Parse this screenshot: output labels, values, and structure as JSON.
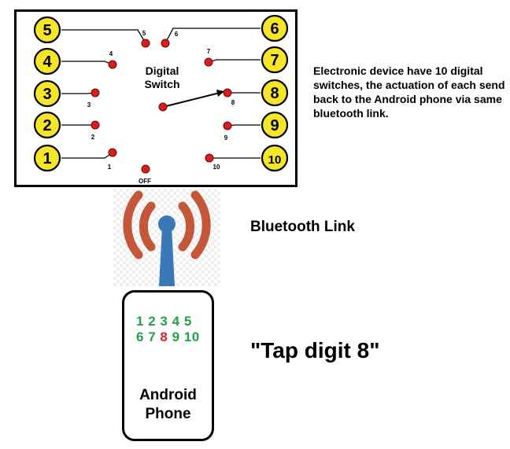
{
  "switch_panel": {
    "title_line1": "Digital",
    "title_line2": "Switch",
    "off_label": "OFF",
    "positions": [
      "1",
      "2",
      "3",
      "4",
      "5",
      "6",
      "7",
      "8",
      "9",
      "10"
    ],
    "selected": "8"
  },
  "description": "Electronic device have 10 digital switches, the actuation of each send back to the Android phone via same bluetooth link.",
  "bluetooth_label": "Bluetooth Link",
  "phone": {
    "digits_row1": [
      "1",
      "2",
      "3",
      "4",
      "5"
    ],
    "digits_row2": [
      "6",
      "7",
      "8",
      "9",
      "10"
    ],
    "highlighted_digit": "8",
    "label_line1": "Android",
    "label_line2": "Phone"
  },
  "instruction": "\"Tap digit 8\"",
  "colors": {
    "badge_fill": "#f5e528",
    "contact_dot": "#d42020",
    "antenna_blue": "#3a78b8",
    "signal_orange": "#c4573a",
    "digit_green": "#22a04b",
    "digit_red": "#d32222"
  }
}
